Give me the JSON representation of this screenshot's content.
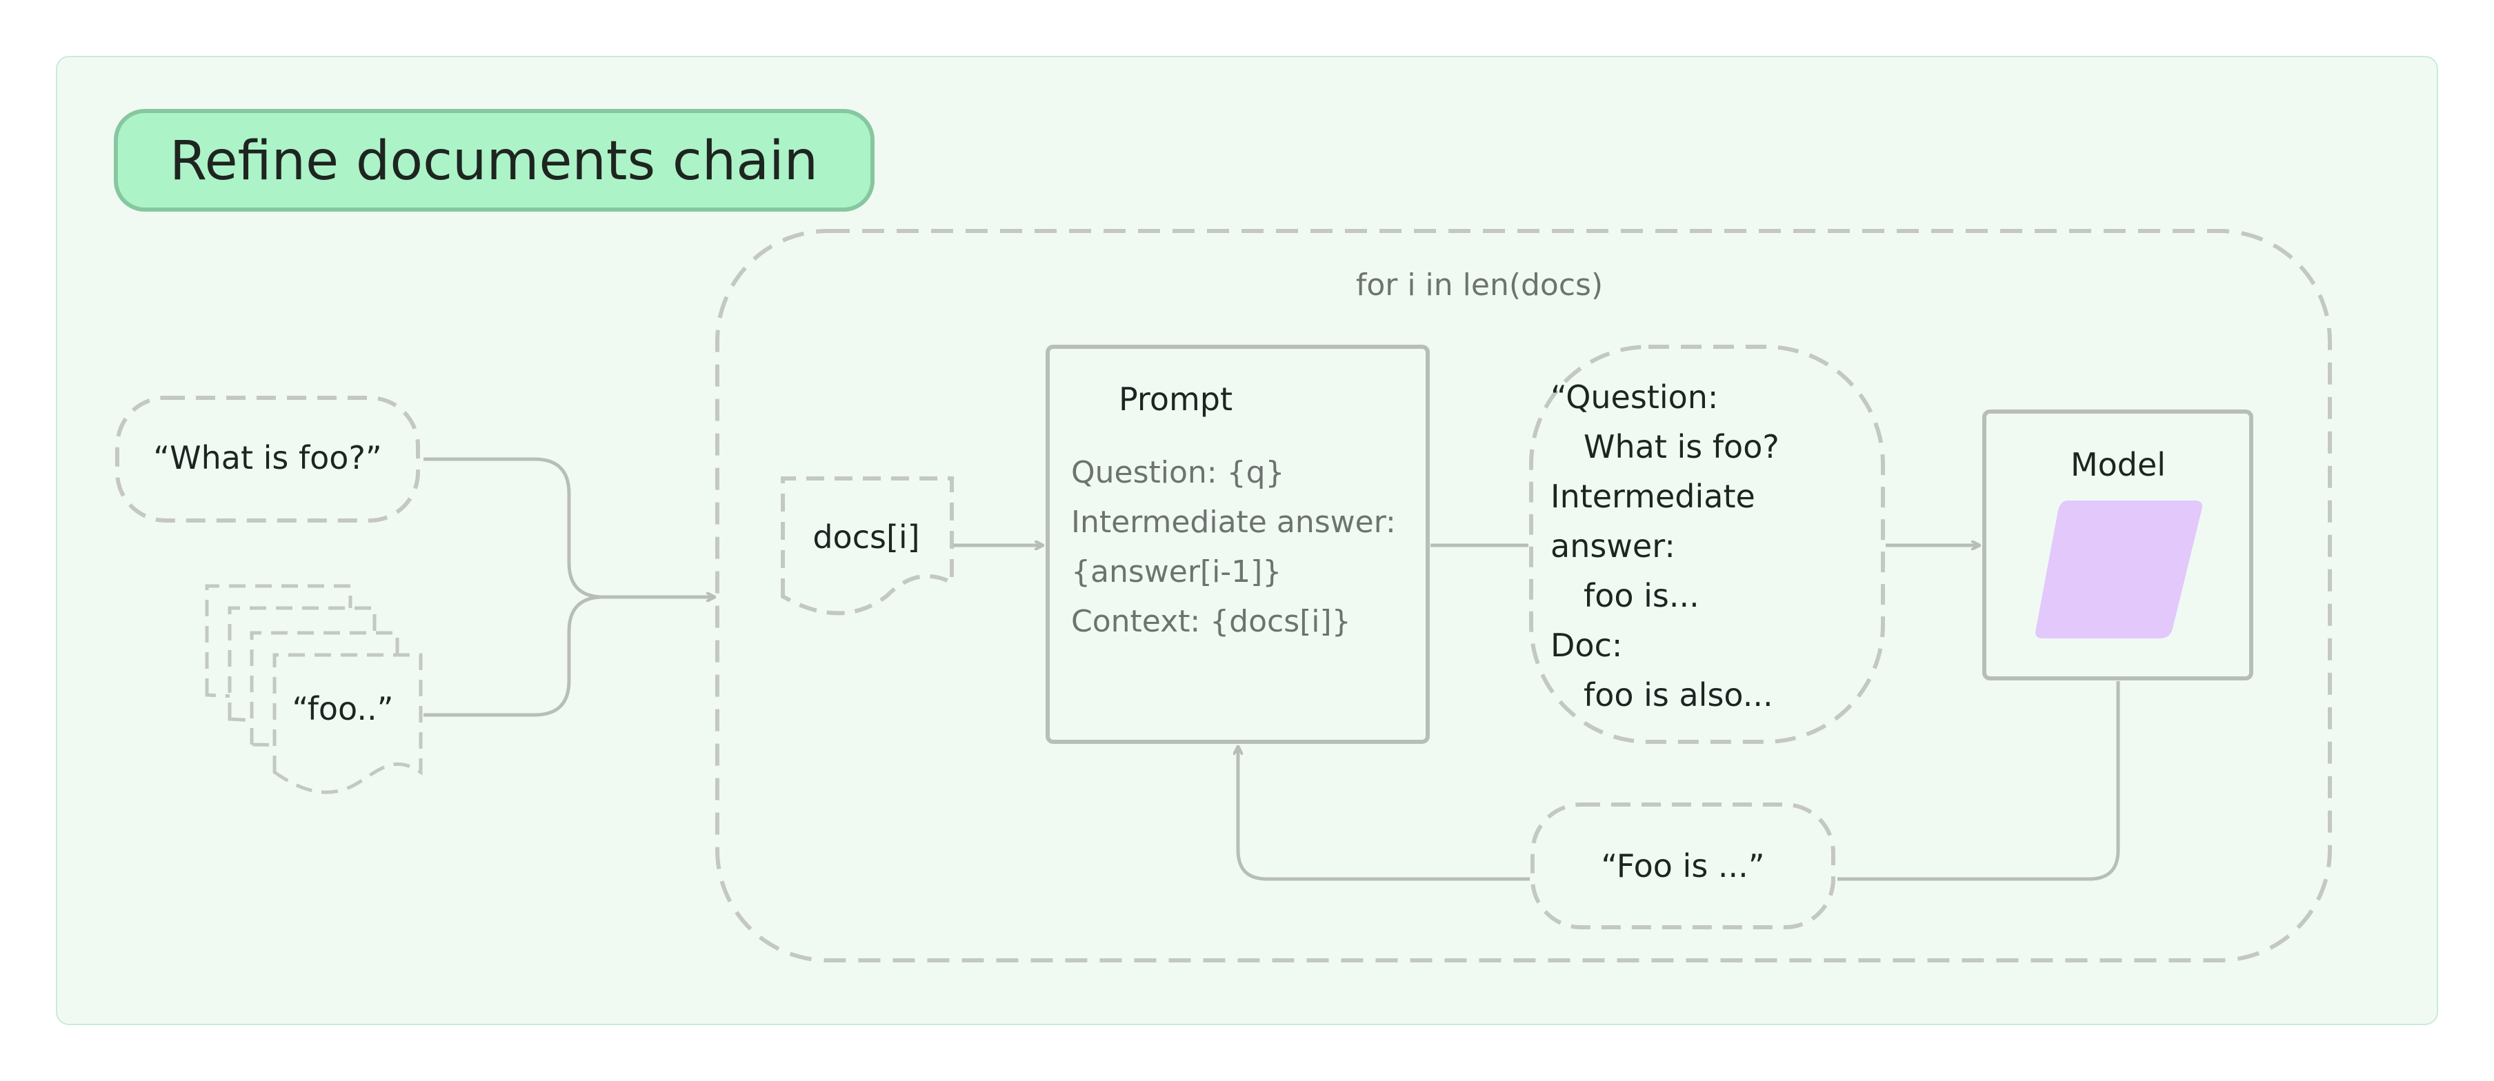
{
  "title": "Refine documents chain",
  "question_node": "“What is foo?”",
  "docs_stack_node": "“foo..”",
  "loop_label": "for i in len(docs)",
  "doc_node": "docs[i]",
  "prompt": {
    "title": "Prompt",
    "lines": [
      "Question: {q}",
      "Intermediate answer:",
      "{answer[i-1]}",
      "Context: {docs[i]}"
    ]
  },
  "filled_prompt": {
    "lines": [
      "“Question:",
      "What is foo?",
      "Intermediate",
      "answer:",
      "foo is...",
      "Doc:",
      "foo is also..."
    ]
  },
  "model": {
    "title": "Model"
  },
  "answer_node": "“Foo is ...”",
  "colors": {
    "canvas_bg": "#f0faf3",
    "canvas_border": "#c8ecd4",
    "title_bg": "#adf3c8",
    "title_border": "#86c7a0",
    "stroke": "#b9bdb8",
    "text_dark": "#1e2520",
    "text_muted": "#6e736f",
    "model_shape": "#e2c8fb"
  }
}
